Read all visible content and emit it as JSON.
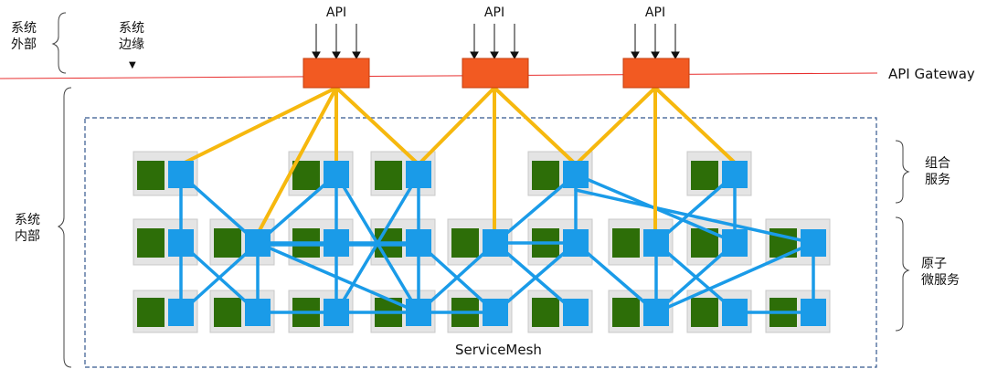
{
  "labels": {
    "outside": "系统\n外部",
    "edge": "系统\n边缘",
    "inside": "系统\n内部",
    "composite": "组合\n服务",
    "atomic": "原子\n微服务",
    "gateway": "API Gateway",
    "mesh": "ServiceMesh",
    "api": [
      "API",
      "API",
      "API"
    ],
    "edge_arrow": "▼"
  },
  "colors": {
    "gateway_fill": "#f25a22",
    "gateway_stroke": "#c43e0c",
    "yellow_link": "#f6b80e",
    "blue_link": "#1a9be8",
    "node_blue": "#1a9be8",
    "node_green": "#2d6e08",
    "node_bg": "#e4e4e4",
    "red_line": "#e83030",
    "mesh_border": "#34588e"
  }
}
